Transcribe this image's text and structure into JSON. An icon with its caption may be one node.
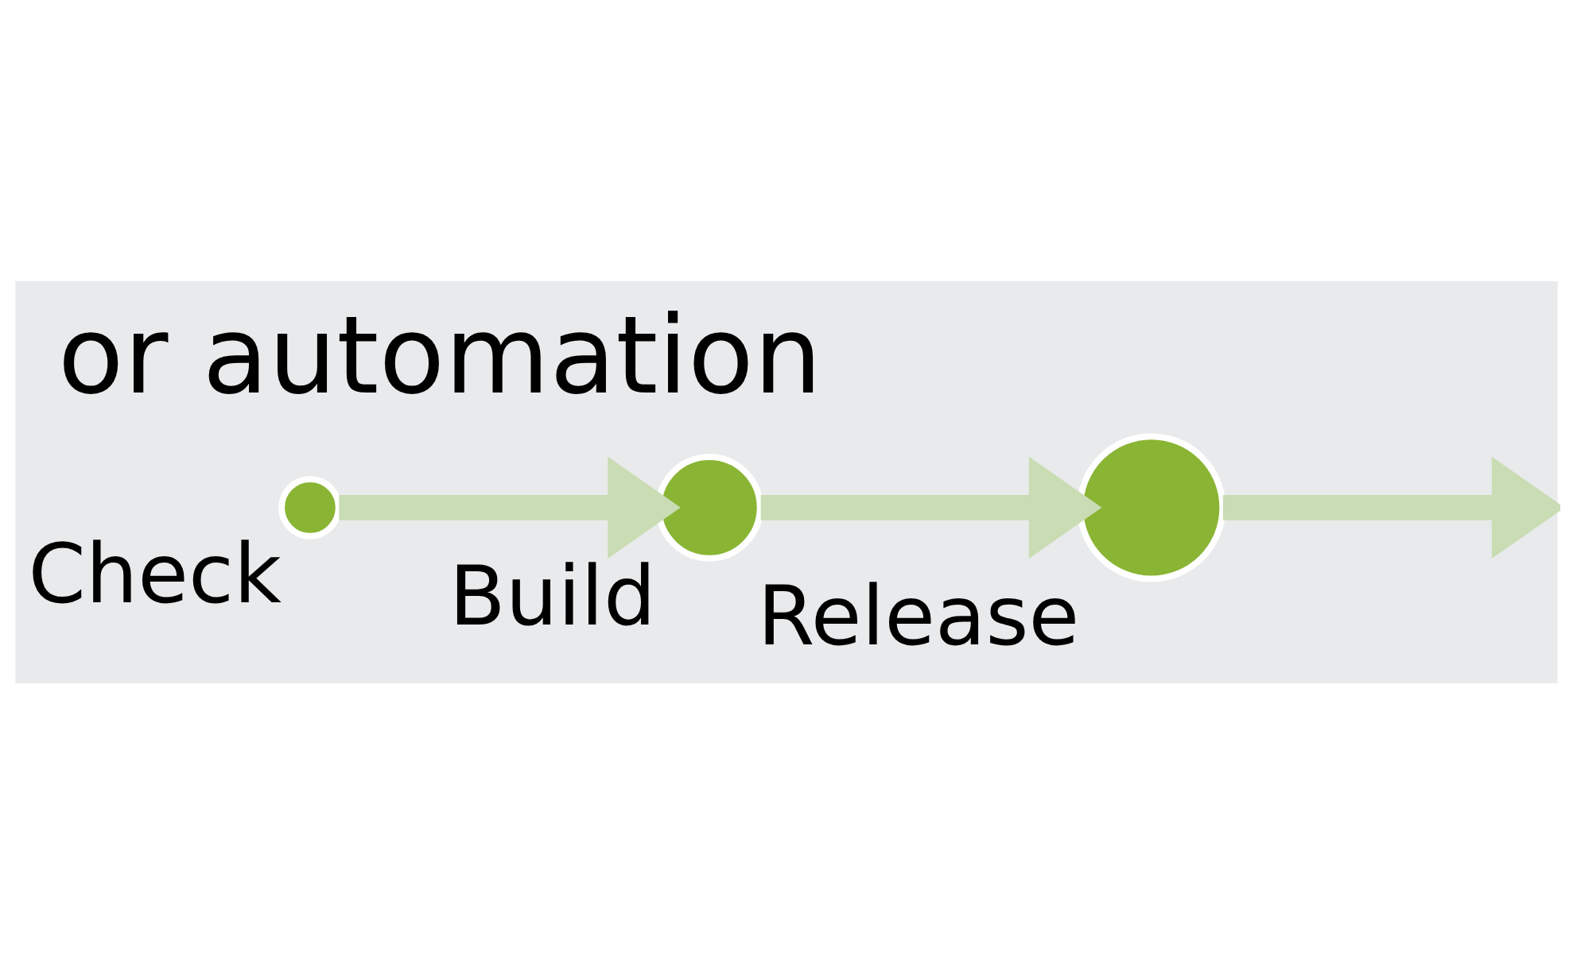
{
  "diagram": {
    "title": "or automation",
    "nodes": [
      {
        "text": [],
        "shape": "circle",
        "beside": [
          "Check"
        ]
      },
      {
        "text": [],
        "shape": "circle",
        "beside": [
          "Build"
        ]
      },
      {
        "text": [],
        "shape": "circle",
        "beside": [
          "Release"
        ]
      }
    ],
    "edges": [
      {
        "from": 0,
        "to": 1,
        "arrow": "to"
      },
      {
        "from": 1,
        "to": 2,
        "arrow": "to"
      },
      {
        "from": 2,
        "to": null,
        "arrow": "to"
      }
    ]
  }
}
